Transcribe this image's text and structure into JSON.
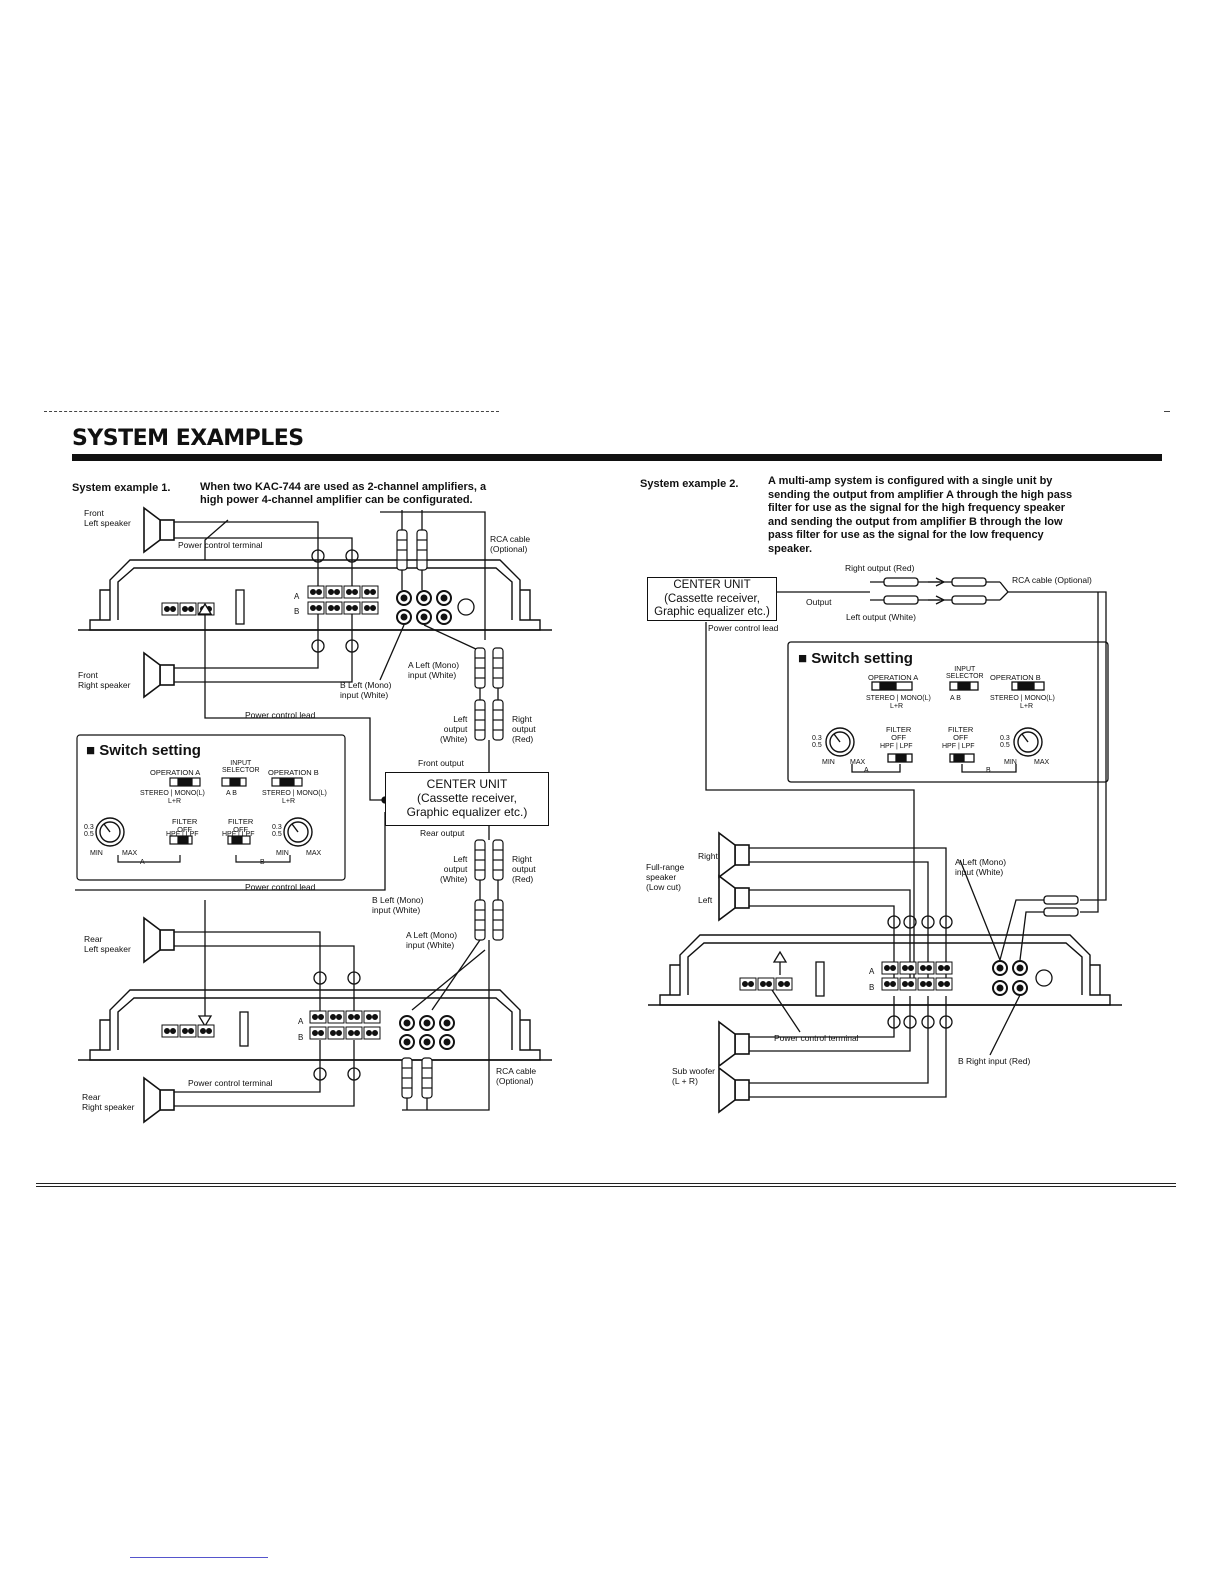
{
  "page": {
    "title": "SYSTEM EXAMPLES"
  },
  "example1": {
    "label": "System example 1.",
    "description_line1": "When two KAC-744 are used as 2-channel amplifiers, a",
    "description_line2": "high power 4-channel amplifier can be configurated.",
    "front_left_speaker": "Front\nLeft speaker",
    "front_right_speaker": "Front\nRight speaker",
    "rear_left_speaker": "Rear\nLeft speaker",
    "rear_right_speaker": "Rear\nRight speaker",
    "power_control_terminal_top": "Power control terminal",
    "power_control_terminal_bottom": "Power control terminal",
    "power_control_lead_1": "Power control lead",
    "power_control_lead_2": "Power control lead",
    "rca_cable_top": "RCA cable\n(Optional)",
    "rca_cable_bottom": "RCA cable\n(Optional)",
    "left_mono_input_white_a": "A Left (Mono)\ninput (White)",
    "left_mono_input_white_b": "B Left (Mono)\ninput (White)",
    "left_mono_input_white_b2": "B Left (Mono)\ninput (White)",
    "left_mono_input_white_a2": "A Left (Mono)\ninput (White)",
    "left_output_white_front": "Left\noutput\n(White)",
    "right_output_red_front": "Right\noutput\n(Red)",
    "front_output": "Front output",
    "rear_output": "Rear output",
    "left_output_white_rear": "Left\noutput\n(White)",
    "right_output_red_rear": "Right\noutput\n(Red)",
    "center_unit": [
      "CENTER UNIT",
      "(Cassette receiver,",
      "Graphic equalizer etc.)"
    ],
    "switch_setting": "Switch setting"
  },
  "example2": {
    "label": "System example 2.",
    "description": [
      "A multi-amp system is configured with a single unit by",
      "sending the output from amplifier A through the high pass",
      "filter for use as the signal for the high frequency speaker",
      "and sending the output from amplifier B through the low",
      "pass filter for use as the signal for the low frequency",
      "speaker."
    ],
    "right_output_red": "Right output (Red)",
    "rca_cable_optional": "RCA cable (Optional)",
    "output": "Output",
    "left_output_white": "Left output (White)",
    "power_control_lead": "Power control lead",
    "center_unit": [
      "CENTER UNIT",
      "(Cassette receiver,",
      "Graphic equalizer etc.)"
    ],
    "switch_setting": "Switch setting",
    "full_range_speaker": "Full-range\nspeaker\n(Low cut)",
    "right": "Right",
    "left": "Left",
    "a_left_mono_input": "A Left (Mono)\ninput (White)",
    "power_control_terminal": "Power control terminal",
    "b_right_input": "B Right input (Red)",
    "sub_woofer": "Sub woofer\n(L + R)"
  },
  "switch_panel": {
    "input_selector": "INPUT\nSELECTOR",
    "operation_a": "OPERATION A",
    "operation_b": "OPERATION B",
    "stereo_mono": "STEREO | MONO(L)",
    "l_r": "L+R",
    "filter_off": "FILTER\nOFF",
    "hpf_lpf": "HPF | LPF",
    "min": "MIN",
    "max": "MAX",
    "ab": "A B",
    "a": "A",
    "b": "B",
    "level_03": "0.3",
    "level_05": "0.5"
  }
}
